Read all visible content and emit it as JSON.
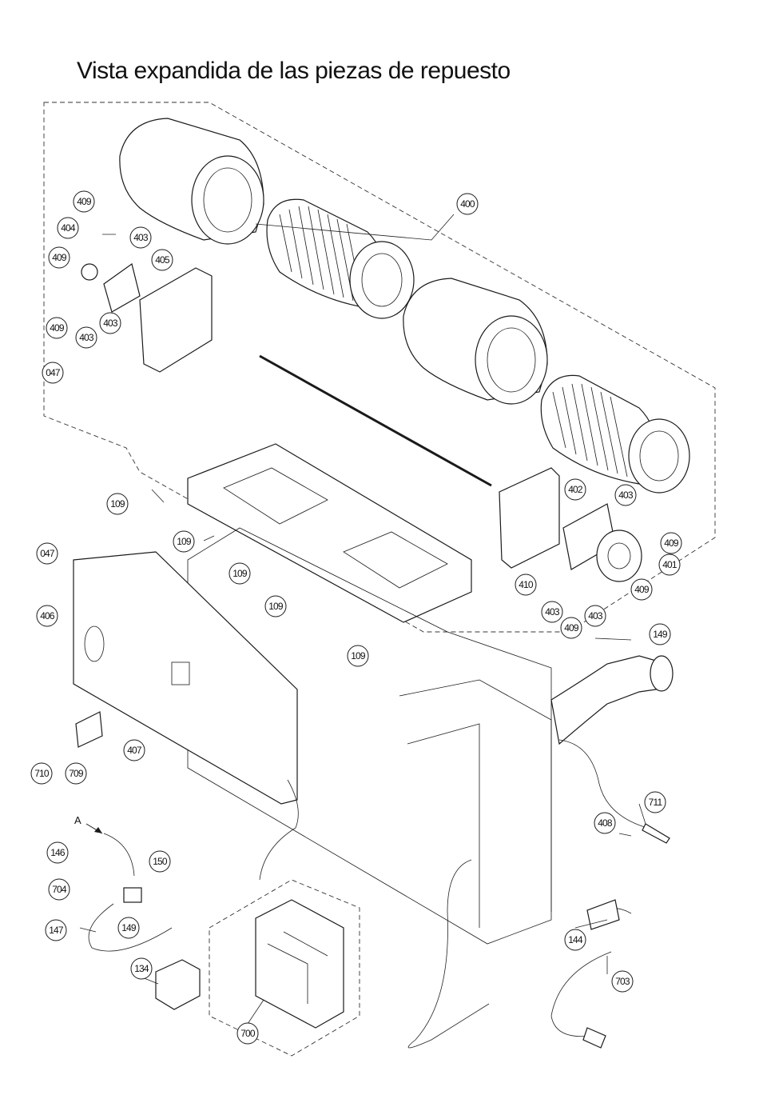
{
  "title": "Vista expandida de las piezas de repuesto",
  "arrow_label": "A",
  "colors": {
    "line": "#1a1a1a",
    "background": "#ffffff"
  },
  "callouts": [
    {
      "id": "c400",
      "label": "400"
    },
    {
      "id": "c409a",
      "label": "409"
    },
    {
      "id": "c403a",
      "label": "403"
    },
    {
      "id": "c404",
      "label": "404"
    },
    {
      "id": "c405",
      "label": "405"
    },
    {
      "id": "c409b",
      "label": "409"
    },
    {
      "id": "c403b",
      "label": "403"
    },
    {
      "id": "c403c",
      "label": "403"
    },
    {
      "id": "c409c",
      "label": "409"
    },
    {
      "id": "c047a",
      "label": "047"
    },
    {
      "id": "c109a",
      "label": "109"
    },
    {
      "id": "c109b",
      "label": "109"
    },
    {
      "id": "c109c",
      "label": "109"
    },
    {
      "id": "c109d",
      "label": "109"
    },
    {
      "id": "c109e",
      "label": "109"
    },
    {
      "id": "c047b",
      "label": "047"
    },
    {
      "id": "c406",
      "label": "406"
    },
    {
      "id": "c402",
      "label": "402"
    },
    {
      "id": "c403d",
      "label": "403"
    },
    {
      "id": "c409d",
      "label": "409"
    },
    {
      "id": "c401",
      "label": "401"
    },
    {
      "id": "c410",
      "label": "410"
    },
    {
      "id": "c409e",
      "label": "409"
    },
    {
      "id": "c403e",
      "label": "403"
    },
    {
      "id": "c409f",
      "label": "409"
    },
    {
      "id": "c403f",
      "label": "403"
    },
    {
      "id": "c149a",
      "label": "149"
    },
    {
      "id": "c407",
      "label": "407"
    },
    {
      "id": "c710",
      "label": "710"
    },
    {
      "id": "c709",
      "label": "709"
    },
    {
      "id": "c711",
      "label": "711"
    },
    {
      "id": "c408",
      "label": "408"
    },
    {
      "id": "c146",
      "label": "146"
    },
    {
      "id": "c150",
      "label": "150"
    },
    {
      "id": "c704",
      "label": "704"
    },
    {
      "id": "c149b",
      "label": "149"
    },
    {
      "id": "c147",
      "label": "147"
    },
    {
      "id": "c144",
      "label": "144"
    },
    {
      "id": "c703",
      "label": "703"
    },
    {
      "id": "c134",
      "label": "134"
    },
    {
      "id": "c700",
      "label": "700"
    }
  ]
}
